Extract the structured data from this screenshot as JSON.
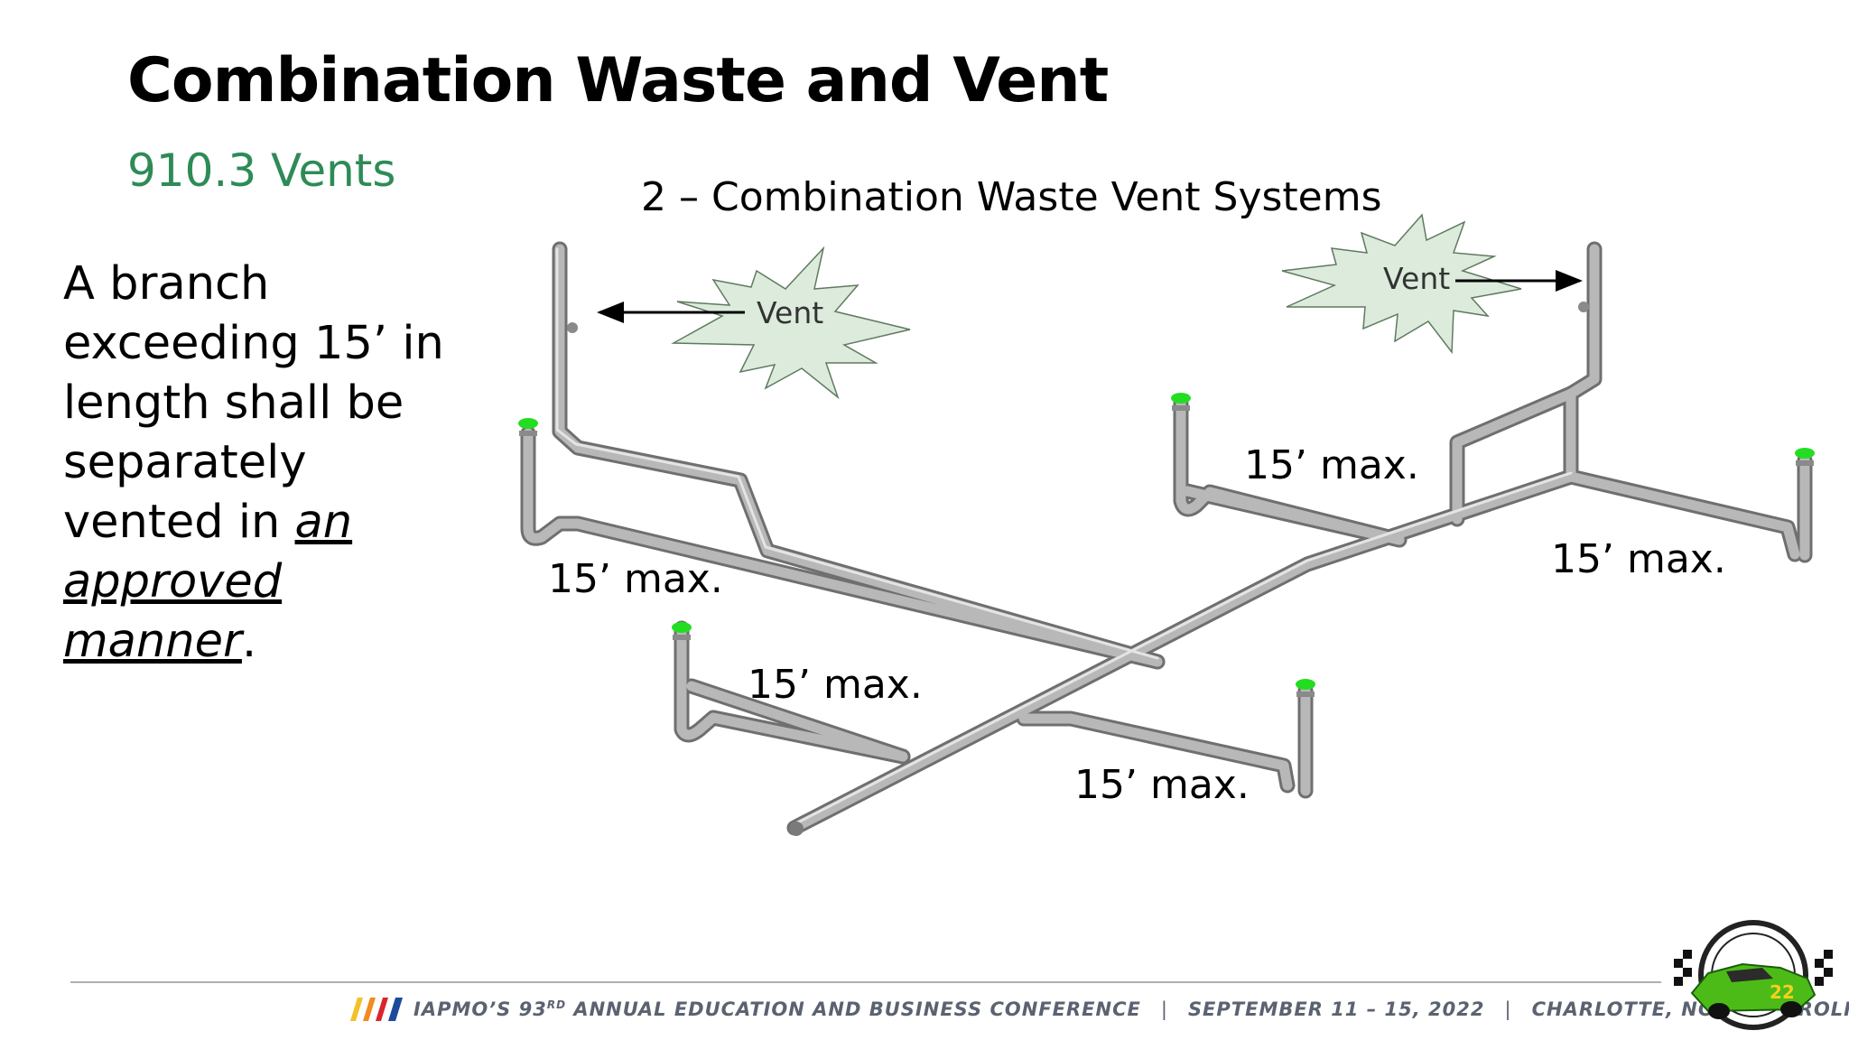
{
  "slide": {
    "title": "Combination Waste and Vent",
    "subtitle": "910.3 Vents",
    "body": {
      "part1": "A branch exceeding 15’ in length shall be separately vented in ",
      "emphasis": "an approved manner",
      "part2": "."
    }
  },
  "diagram": {
    "title": "2 – Combination Waste Vent Systems",
    "vent_labels": [
      "Vent",
      "Vent"
    ],
    "dimension_labels": [
      "15’ max.",
      "15’ max.",
      "15’ max.",
      "15’ max.",
      "15’ max."
    ],
    "colors": {
      "pipe": "#a8a8a8",
      "pipe_edge": "#6f6f6f",
      "burst_fill": "#dcebdc",
      "burst_stroke": "#5f7a5f",
      "fixture_cap": "#22dd22"
    }
  },
  "footer": {
    "org": "IAPMO’S 93",
    "org_sup": "RD",
    "event": " ANNUAL EDUCATION AND BUSINESS CONFERENCE",
    "dates": "SEPTEMBER 11 – 15, 2022",
    "location": "CHARLOTTE, NORTH CAROLINA",
    "separator": "|",
    "stripe_colors": [
      "#f2c029",
      "#f28a1e",
      "#d8262d",
      "#1c4a9c"
    ]
  }
}
